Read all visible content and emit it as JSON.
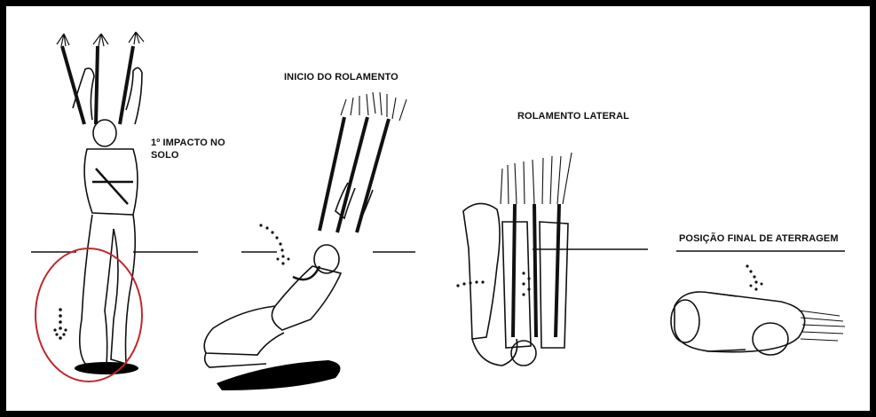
{
  "stages": [
    {
      "label": "1º IMPACTO NO SOLO"
    },
    {
      "label": "INICIO DO ROLAMENTO"
    },
    {
      "label": "ROLAMENTO LATERAL"
    },
    {
      "label": "POSIÇÃO FINAL DE ATERRAGEM"
    }
  ],
  "colors": {
    "frame": "#000000",
    "highlight_circle": "#c0282d",
    "ink": "#111111",
    "shadow": "#000000"
  },
  "icons": [
    "parachute-lines",
    "impact-arrow",
    "ground-line",
    "shadow"
  ]
}
